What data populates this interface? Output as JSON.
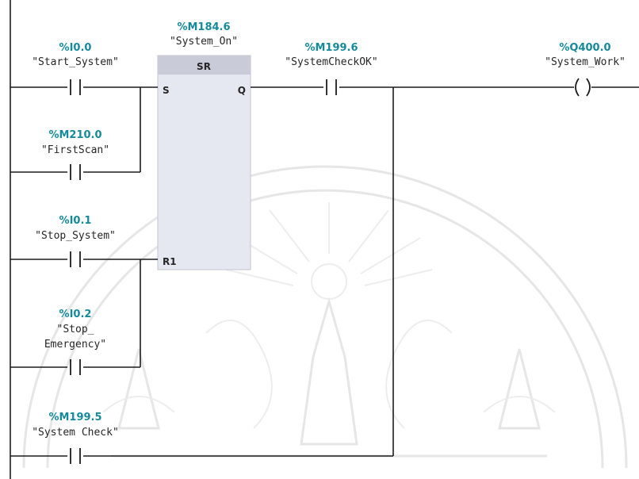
{
  "diagram": {
    "type": "ladder-logic",
    "block": {
      "address": "%M184.6",
      "symbol": "\"System_On\"",
      "type_label": "SR",
      "set_pin": "S",
      "reset_pin": "R1",
      "output_pin": "Q"
    },
    "contacts": {
      "start_system": {
        "address": "%I0.0",
        "symbol": "\"Start_System\""
      },
      "first_scan": {
        "address": "%M210.0",
        "symbol": "\"FirstScan\""
      },
      "stop_system": {
        "address": "%I0.1",
        "symbol": "\"Stop_System\""
      },
      "stop_emergency": {
        "address": "%I0.2",
        "symbol_line1": "\"Stop_",
        "symbol_line2": "Emergency\""
      },
      "system_check_ok": {
        "address": "%M199.6",
        "symbol": "\"SystemCheckOK\""
      },
      "system_check": {
        "address": "%M199.5",
        "symbol": "\"System Check\""
      }
    },
    "coil": {
      "address": "%Q400.0",
      "symbol": "\"System_Work\""
    },
    "colors": {
      "address_text": "#158a9b",
      "symbol_text": "#262626",
      "wire": "#1c1c1c",
      "block_fill": "#e6e8f1",
      "block_header": "#c9ccd8"
    }
  }
}
